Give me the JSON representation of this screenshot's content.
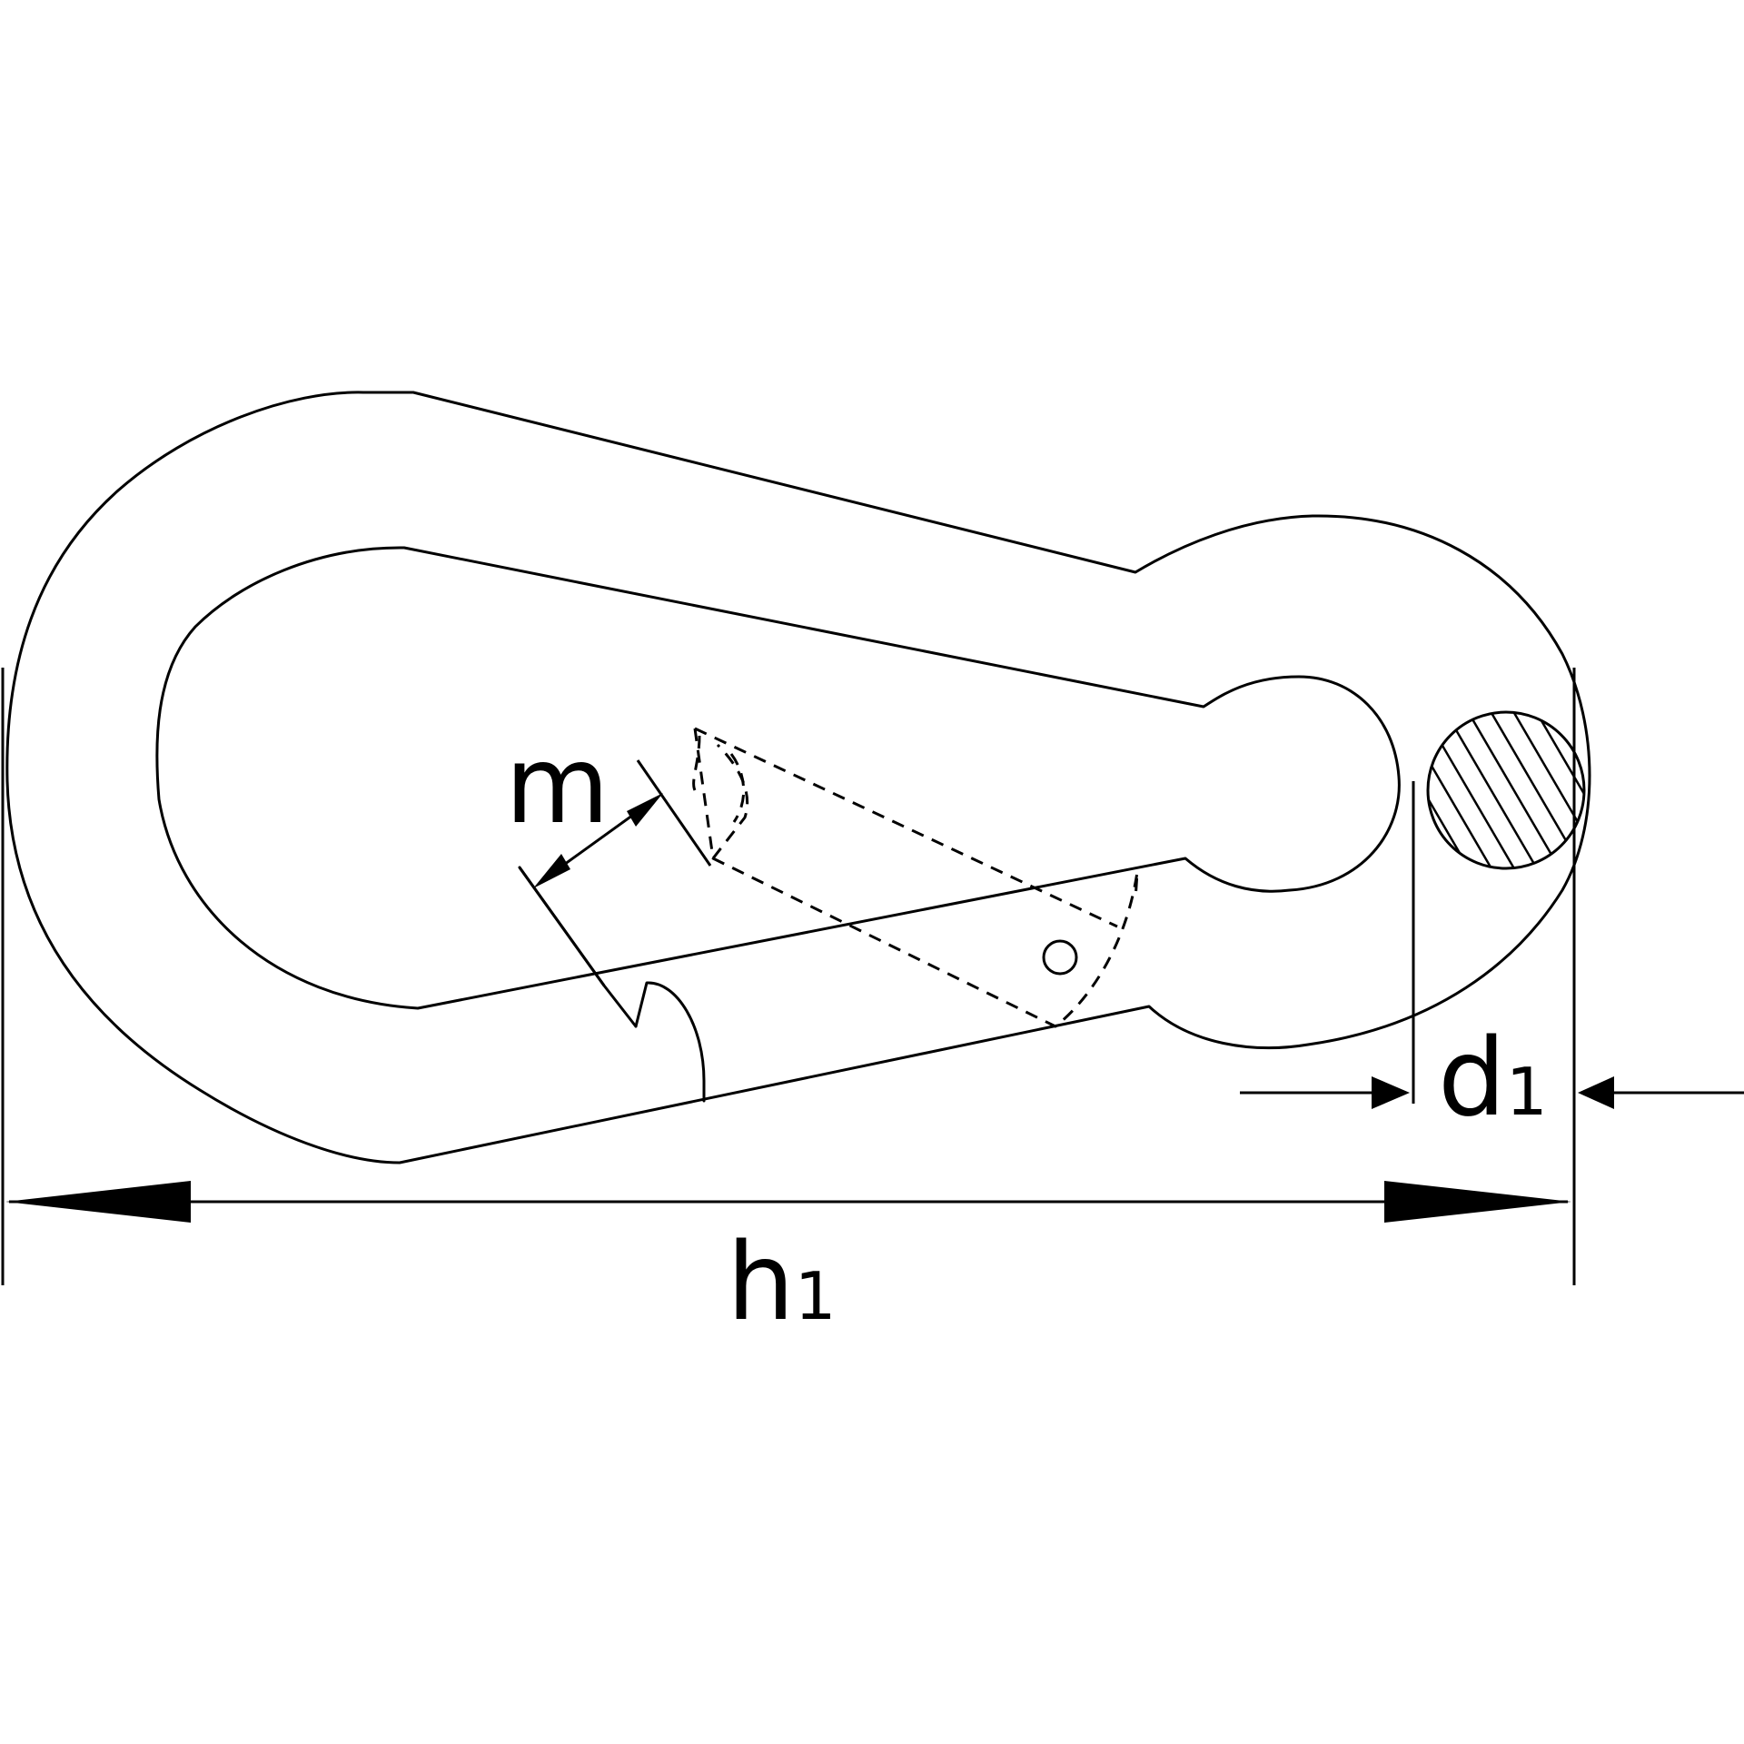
{
  "diagram": {
    "labels": {
      "m": {
        "main": "m",
        "sub": ""
      },
      "d1": {
        "main": "d",
        "sub": "1"
      },
      "h1": {
        "main": "h",
        "sub": "1"
      }
    },
    "colors": {
      "line": "#000000",
      "background": "#ffffff"
    }
  }
}
